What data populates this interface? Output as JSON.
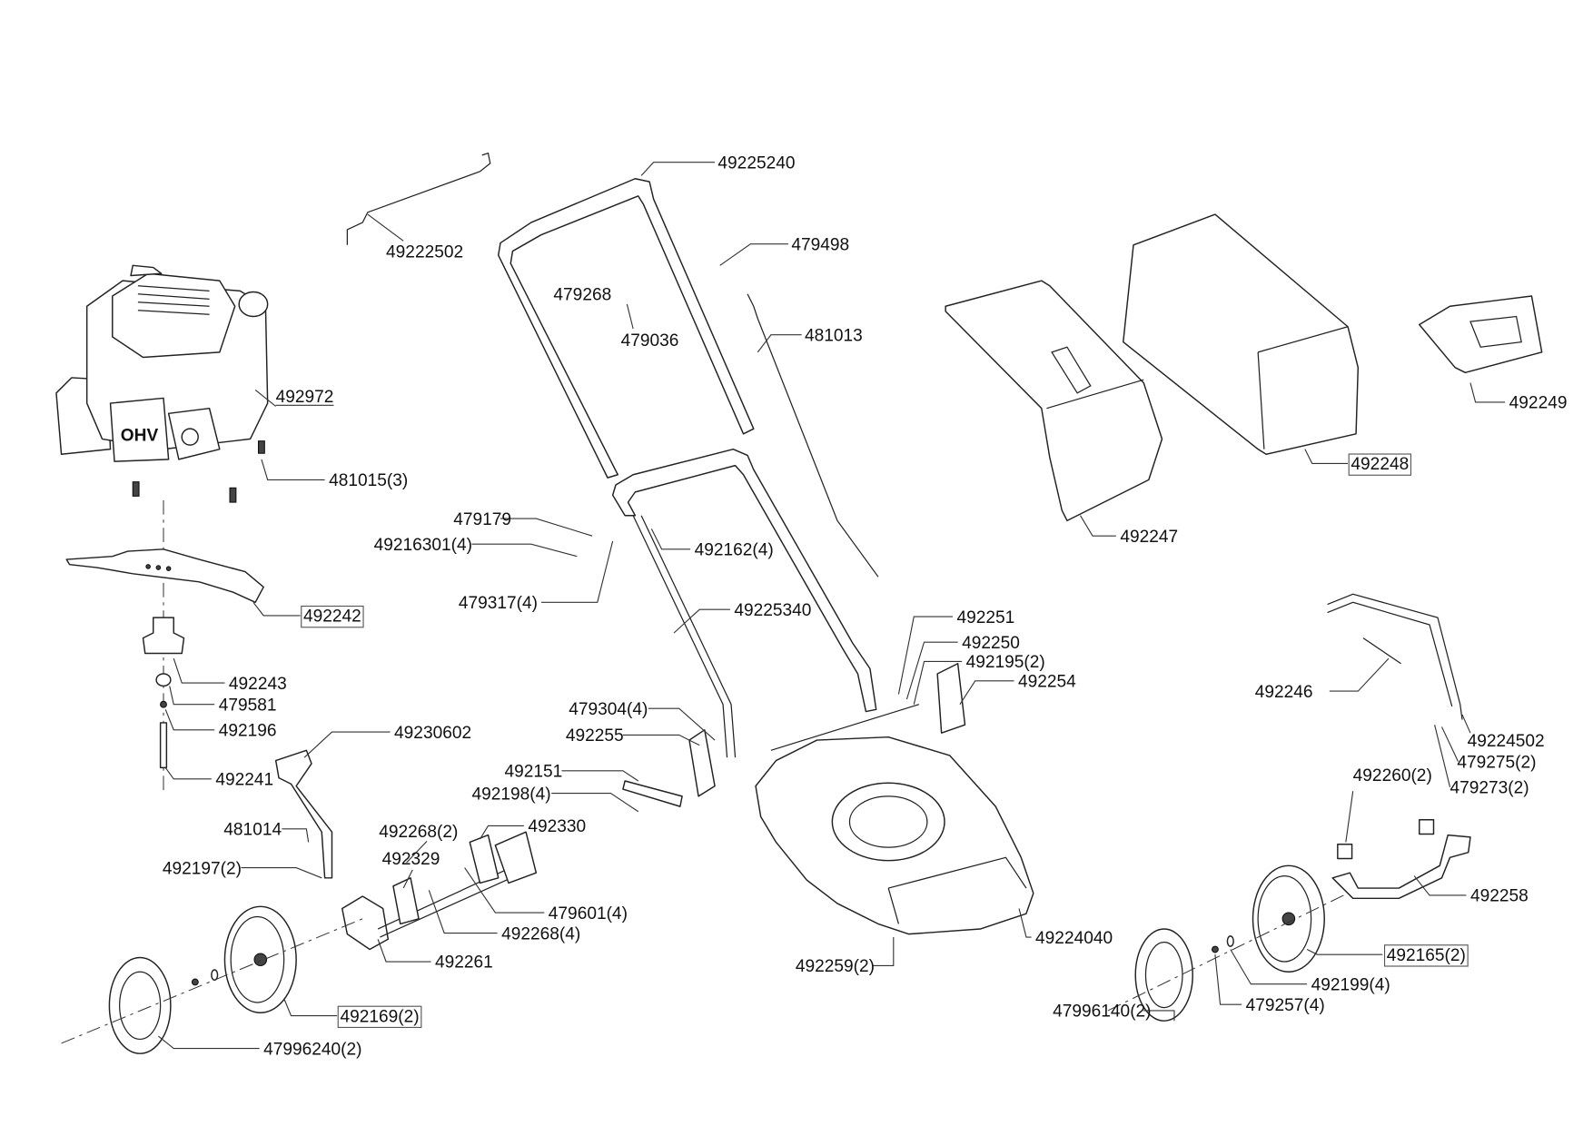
{
  "labels": [
    {
      "text": "49225240"
    },
    {
      "text": "49222502"
    },
    {
      "text": "479498"
    },
    {
      "text": "479268"
    },
    {
      "text": "479036"
    },
    {
      "text": "481013"
    },
    {
      "text": "492972",
      "style": "underlined"
    },
    {
      "text": "481015(3)"
    },
    {
      "text": "479179"
    },
    {
      "text": "49216301(4)"
    },
    {
      "text": "492162(4)"
    },
    {
      "text": "479317(4)"
    },
    {
      "text": "492242",
      "style": "boxed"
    },
    {
      "text": "49225340"
    },
    {
      "text": "492251"
    },
    {
      "text": "492250"
    },
    {
      "text": "492195(2)"
    },
    {
      "text": "492254"
    },
    {
      "text": "492243"
    },
    {
      "text": "479581"
    },
    {
      "text": "492196"
    },
    {
      "text": "49230602"
    },
    {
      "text": "479304(4)"
    },
    {
      "text": "492255"
    },
    {
      "text": "492151"
    },
    {
      "text": "492198(4)"
    },
    {
      "text": "492241"
    },
    {
      "text": "481014"
    },
    {
      "text": "492268(2)"
    },
    {
      "text": "492330"
    },
    {
      "text": "492329"
    },
    {
      "text": "492197(2)"
    },
    {
      "text": "479601(4)"
    },
    {
      "text": "492268(4)"
    },
    {
      "text": "492261"
    },
    {
      "text": "492169(2)",
      "style": "boxed"
    },
    {
      "text": "47996240(2)"
    },
    {
      "text": "49224040"
    },
    {
      "text": "492259(2)"
    },
    {
      "text": "47996140(2)"
    },
    {
      "text": "479257(4)"
    },
    {
      "text": "492199(4)"
    },
    {
      "text": "492165(2)",
      "style": "boxed"
    },
    {
      "text": "492258"
    },
    {
      "text": "492260(2)"
    },
    {
      "text": "492246"
    },
    {
      "text": "49224502"
    },
    {
      "text": "479275(2)"
    },
    {
      "text": "479273(2)"
    },
    {
      "text": "492247"
    },
    {
      "text": "492248",
      "style": "boxed"
    },
    {
      "text": "492249"
    }
  ],
  "engine_badge": "OHV"
}
